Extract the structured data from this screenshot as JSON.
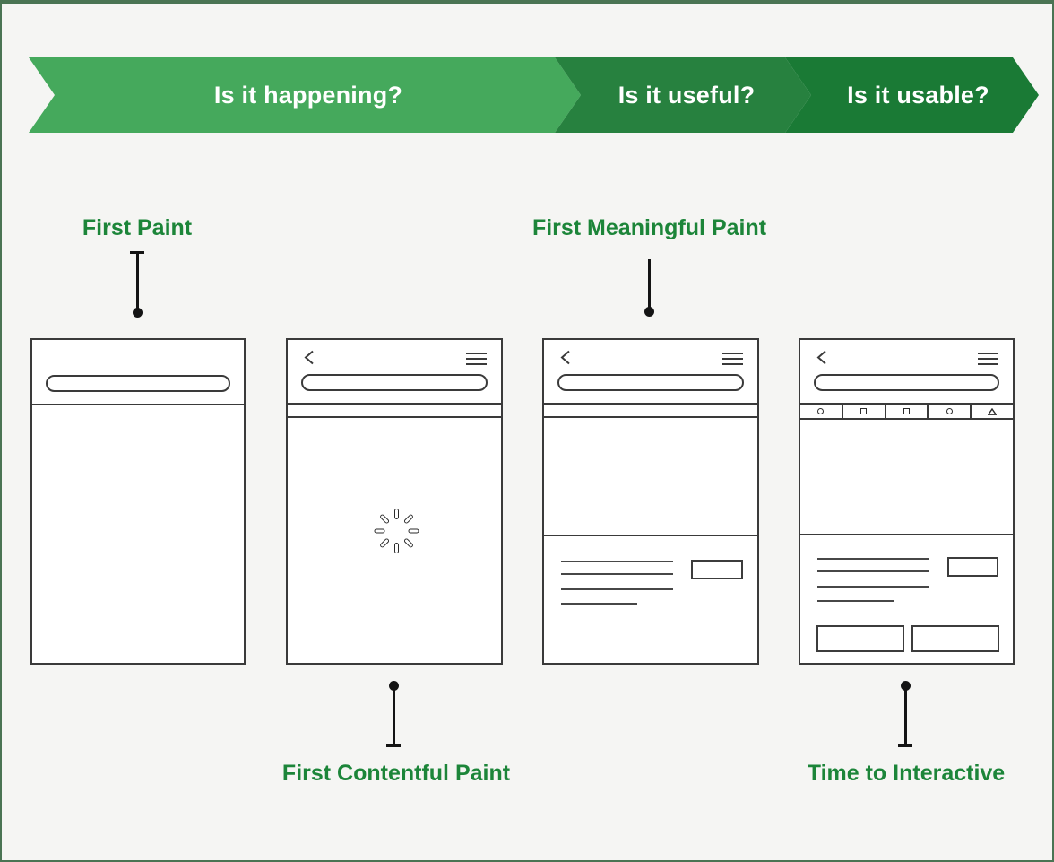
{
  "banner": {
    "stages": [
      {
        "label": "Is it happening?",
        "color": "#45a95c"
      },
      {
        "label": "Is it useful?",
        "color": "#27813f"
      },
      {
        "label": "Is it usable?",
        "color": "#1a7a35"
      }
    ],
    "text_color": "#ffffff"
  },
  "metrics": {
    "first_paint": "First Paint",
    "first_contentful_paint": "First Contentful Paint",
    "first_meaningful_paint": "First Meaningful Paint",
    "time_to_interactive": "Time to Interactive"
  },
  "colors": {
    "background": "#f5f5f3",
    "page_border": "#4a7453",
    "metric_label_green": "#1c8539",
    "wireframe_stroke": "#3a3a3a"
  },
  "icons": {
    "phone_header": [
      "back-chevron-icon",
      "hamburger-menu-icon"
    ],
    "loading_spinner": "spinner-icon",
    "tab_bar_icons": [
      "circle",
      "square",
      "square",
      "circle",
      "triangle"
    ]
  }
}
